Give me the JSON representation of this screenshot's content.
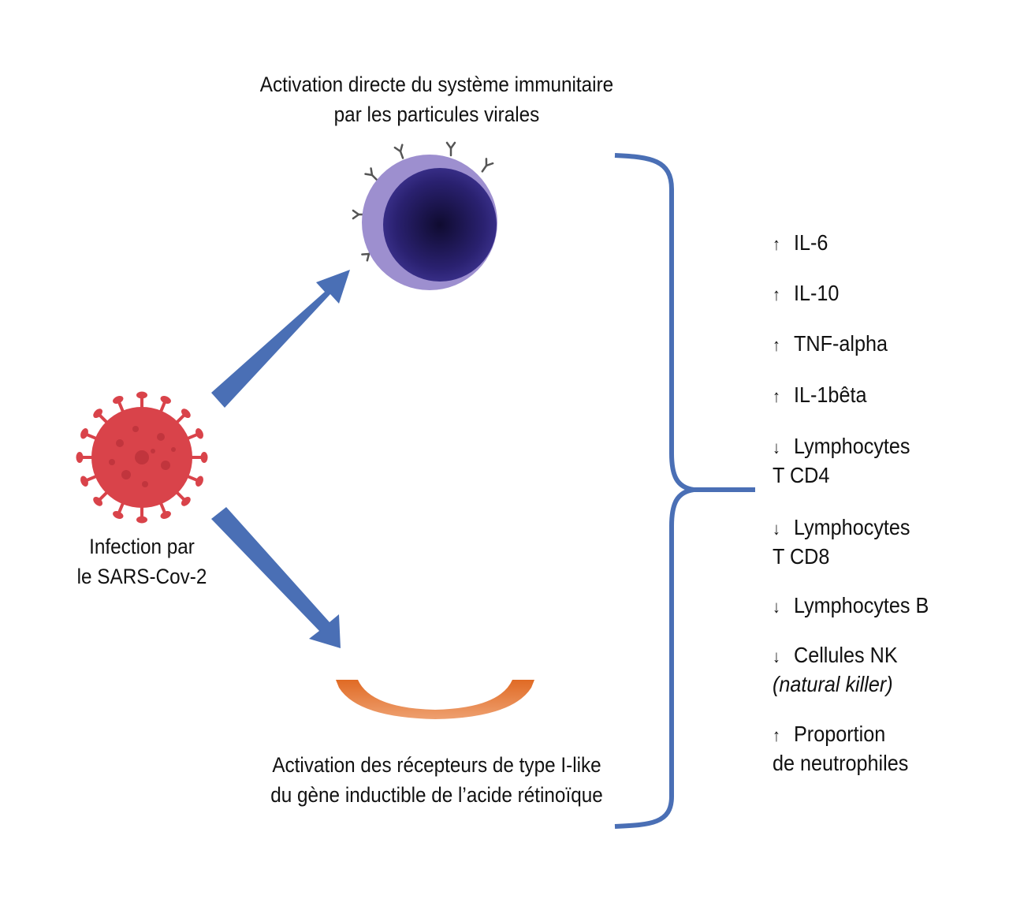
{
  "labels": {
    "top_line1": "Activation directe du système immunitaire",
    "top_line2": "par les particules virales",
    "virus_line1": "Infection par",
    "virus_line2": "le SARS-Cov-2",
    "bottom_line1": "Activation des récepteurs de type I-like",
    "bottom_line2": "du gène inductible de l’acide rétinoïque"
  },
  "effects": [
    {
      "arrow": "↑",
      "line1": "IL-6",
      "line2": ""
    },
    {
      "arrow": "↑",
      "line1": "IL-10",
      "line2": ""
    },
    {
      "arrow": "↑",
      "line1": "TNF-alpha",
      "line2": ""
    },
    {
      "arrow": "↑",
      "line1": "IL-1bêta",
      "line2": ""
    },
    {
      "arrow": "↓",
      "line1": "Lymphocytes",
      "line2": "T CD4"
    },
    {
      "arrow": "↓",
      "line1": "Lymphocytes",
      "line2": "T CD8"
    },
    {
      "arrow": "↓",
      "line1": "Lymphocytes B",
      "line2": ""
    },
    {
      "arrow": "↓",
      "line1": "Cellules NK",
      "line2": "(natural killer)"
    },
    {
      "arrow": "↑",
      "line1": "Proportion",
      "line2": "de neutrophiles"
    }
  ],
  "icons": {
    "virus": "coronavirus-icon",
    "cell": "immune-cell-icon",
    "receptor": "receptor-arc-icon",
    "arrows": "block-arrow-icon",
    "bracket": "curly-brace-icon"
  },
  "colors": {
    "arrow": "#4a6fb5",
    "bracket": "#4a6fb5",
    "virus": "#d9434a",
    "cell_outer": "#9d8fcf",
    "cell_inner": "#221a5c",
    "receptor": "#e27a35"
  }
}
